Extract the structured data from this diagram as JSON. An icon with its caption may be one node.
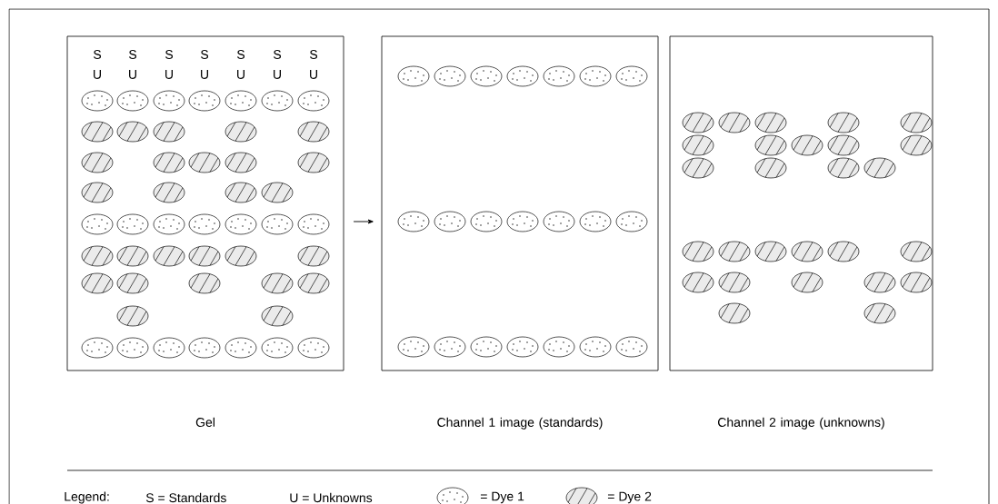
{
  "diagram": {
    "nodes": [
      {
        "text": [
          "Gel"
        ]
      },
      {
        "text": [
          "Channel 1 image (standards)"
        ]
      },
      {
        "text": [
          "Channel 2 image (unknowns)"
        ]
      }
    ],
    "edges": [
      {
        "from": 0,
        "to": 1,
        "arrow": "to"
      }
    ],
    "labels": [
      "S",
      "S",
      "S",
      "S",
      "S",
      "S",
      "S",
      "U",
      "U",
      "U",
      "U",
      "U",
      "U",
      "U",
      "Legend:",
      "S = Standards",
      "U = Unknowns"
    ],
    "legend": [
      {
        "text": "= Dye 1"
      },
      {
        "text": "= Dye 2"
      }
    ]
  }
}
